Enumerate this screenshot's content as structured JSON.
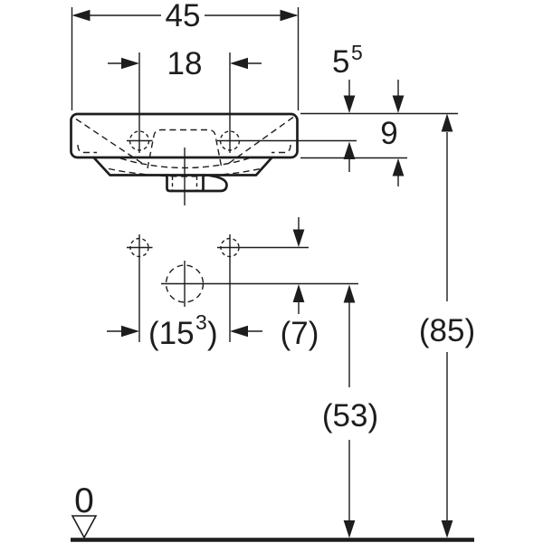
{
  "colors": {
    "ink": "#1d1d1d",
    "paper": "#ffffff"
  },
  "drawing": {
    "kind": "washbasin front view dimensional drawing"
  },
  "dimensions": {
    "overall_width": "45",
    "tap_hole_spacing": "18",
    "tap_hole_drop_base": "5",
    "tap_hole_drop_sup": "5",
    "apron_height": "9",
    "fixing_spacing_prefix": "(15",
    "fixing_spacing_sup": "3",
    "fixing_spacing_suffix": ")",
    "fixing_to_drain": "(7)",
    "drain_height": "(53)",
    "rim_height": "(85)",
    "floor_datum": "0"
  }
}
